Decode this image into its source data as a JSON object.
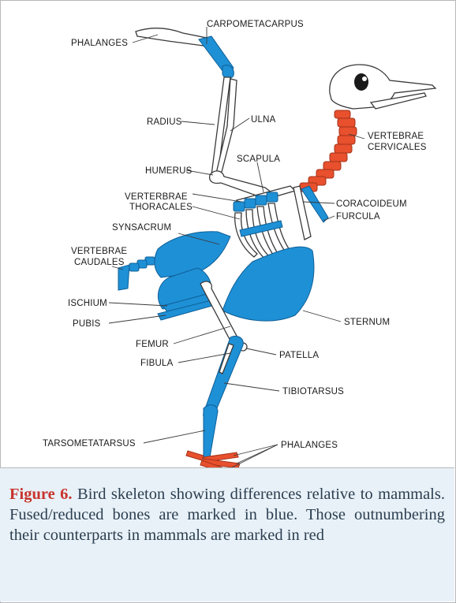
{
  "labels": {
    "phalanges_wing": "PHALANGES",
    "carpometacarpus": "CARPOMETACARPUS",
    "radius": "RADIUS",
    "ulna": "ULNA",
    "vertebrae_cervicales_1": "VERTEBRAE",
    "vertebrae_cervicales_2": "CERVICALES",
    "humerus": "HUMERUS",
    "scapula": "SCAPULA",
    "verterbrae_thoracales_1": "VERTERBRAE",
    "verterbrae_thoracales_2": "THORACALES",
    "coracoideum": "CORACOIDEUM",
    "furcula": "FURCULA",
    "synsacrum": "SYNSACRUM",
    "vertebrae_caudales_1": "VERTEBRAE",
    "vertebrae_caudales_2": "CAUDALES",
    "ischium": "ISCHIUM",
    "pubis": "PUBIS",
    "sternum": "STERNUM",
    "femur": "FEMUR",
    "fibula": "FIBULA",
    "patella": "PATELLA",
    "tibiotarsus": "TIBIOTARSUS",
    "tarsometatarsus": "TARSOMETATARSUS",
    "phalanges_foot": "PHALANGES"
  },
  "caption": {
    "figure_label": "Figure 6.",
    "text": " Bird skeleton showing differences relative to mammals. Fused/reduced bones are marked in blue. Those outnumbering their counterparts in mammals are marked in red"
  },
  "colors": {
    "fused_blue": "#1e90d6",
    "red": "#e8502e",
    "caption_bg": "#e8f1f8"
  }
}
